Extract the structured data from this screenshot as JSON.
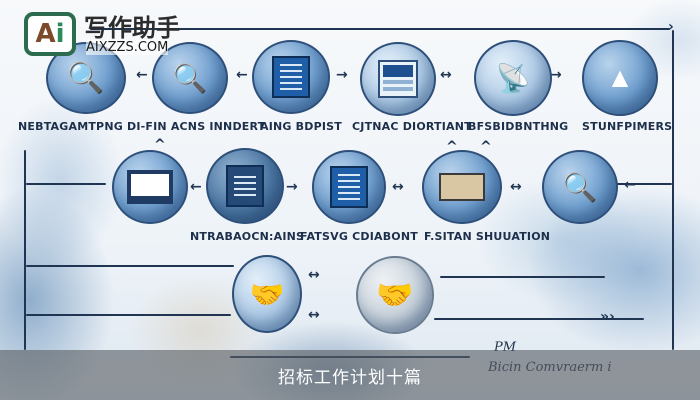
{
  "watermark": {
    "logo_text_a": "A",
    "logo_text_i": "i",
    "brand_name": "写作助手",
    "brand_url": "AIXZZS.COM"
  },
  "diagram": {
    "row1": [
      {
        "label": "NEBTAGAMTPNG DI-FIN ACNS INNDERT",
        "icon": "magnifier-globe-icon"
      },
      {
        "label": "",
        "icon": "magnifier-icon"
      },
      {
        "label": "AING BDPIST",
        "icon": "document-icon"
      },
      {
        "label": "CJTNAC DIORTIANT",
        "icon": "computer-screen-icon"
      },
      {
        "label": "BFSBIDBNTHNG",
        "icon": "satellite-dish-icon"
      },
      {
        "label": "STUNFPIMERS",
        "icon": "mountain-icon"
      }
    ],
    "row2": [
      {
        "label": "",
        "icon": "monitor-icon"
      },
      {
        "label": "NTRABAOCN:AINS",
        "icon": "document-stamp-icon"
      },
      {
        "label": "FATSVG CDIABONT",
        "icon": "document-icon"
      },
      {
        "label": "F.SITAN SHUUATION",
        "icon": "envelope-icon"
      },
      {
        "label": "",
        "icon": "magnifier-search-icon"
      }
    ],
    "row3": [
      {
        "label": "",
        "icon": "handshake-pouch-icon"
      },
      {
        "label": "",
        "icon": "handshake-icon"
      }
    ],
    "scribble_line1": "PM",
    "scribble_line2": "Bicin Comvraerm i"
  },
  "caption": {
    "title": "招标工作计划十篇"
  }
}
